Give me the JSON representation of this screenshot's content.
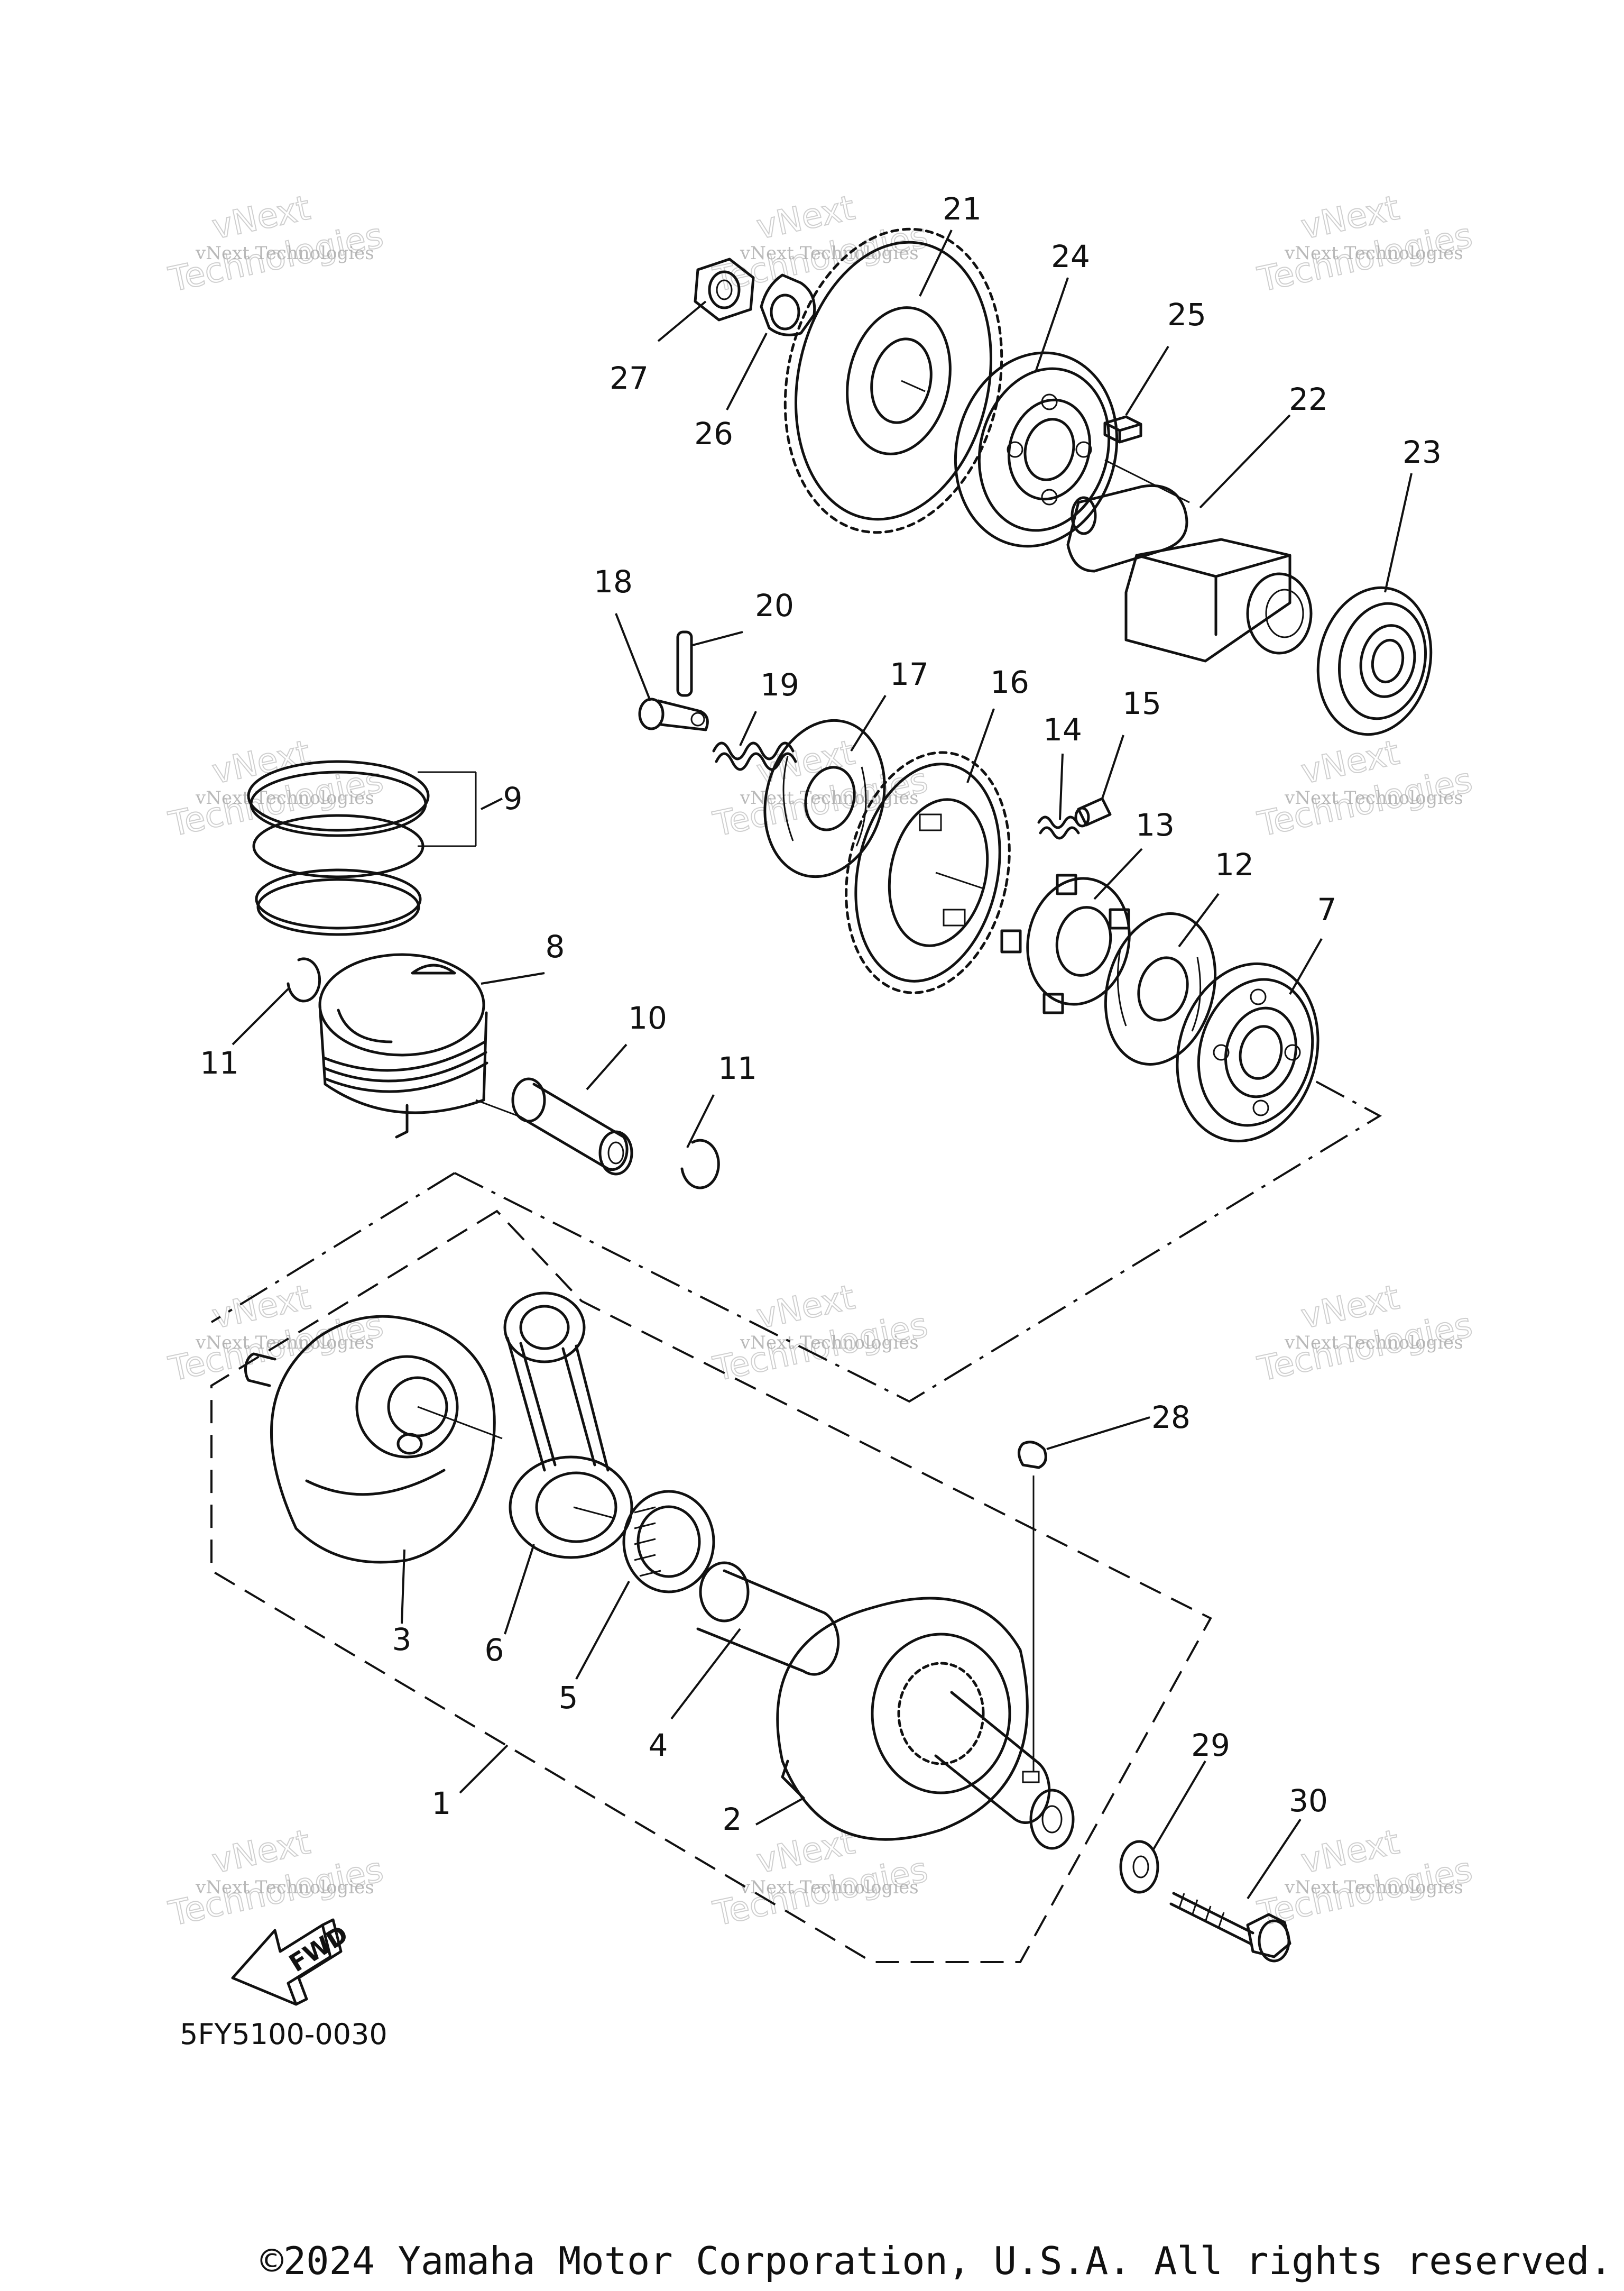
{
  "diagram": {
    "code": "5FY5100-0030",
    "copyright": "©2024 Yamaha Motor Corporation, U.S.A. All rights reserved.",
    "fwd_label": "FWD",
    "watermark": {
      "line1": "vNext Technologies",
      "line2": "vNext",
      "line3": "Technologies"
    },
    "callouts": [
      "1",
      "2",
      "3",
      "4",
      "5",
      "6",
      "7",
      "8",
      "9",
      "10",
      "11",
      "11",
      "12",
      "13",
      "14",
      "15",
      "16",
      "17",
      "18",
      "19",
      "20",
      "21",
      "22",
      "23",
      "24",
      "25",
      "26",
      "27",
      "28",
      "29",
      "30"
    ]
  }
}
